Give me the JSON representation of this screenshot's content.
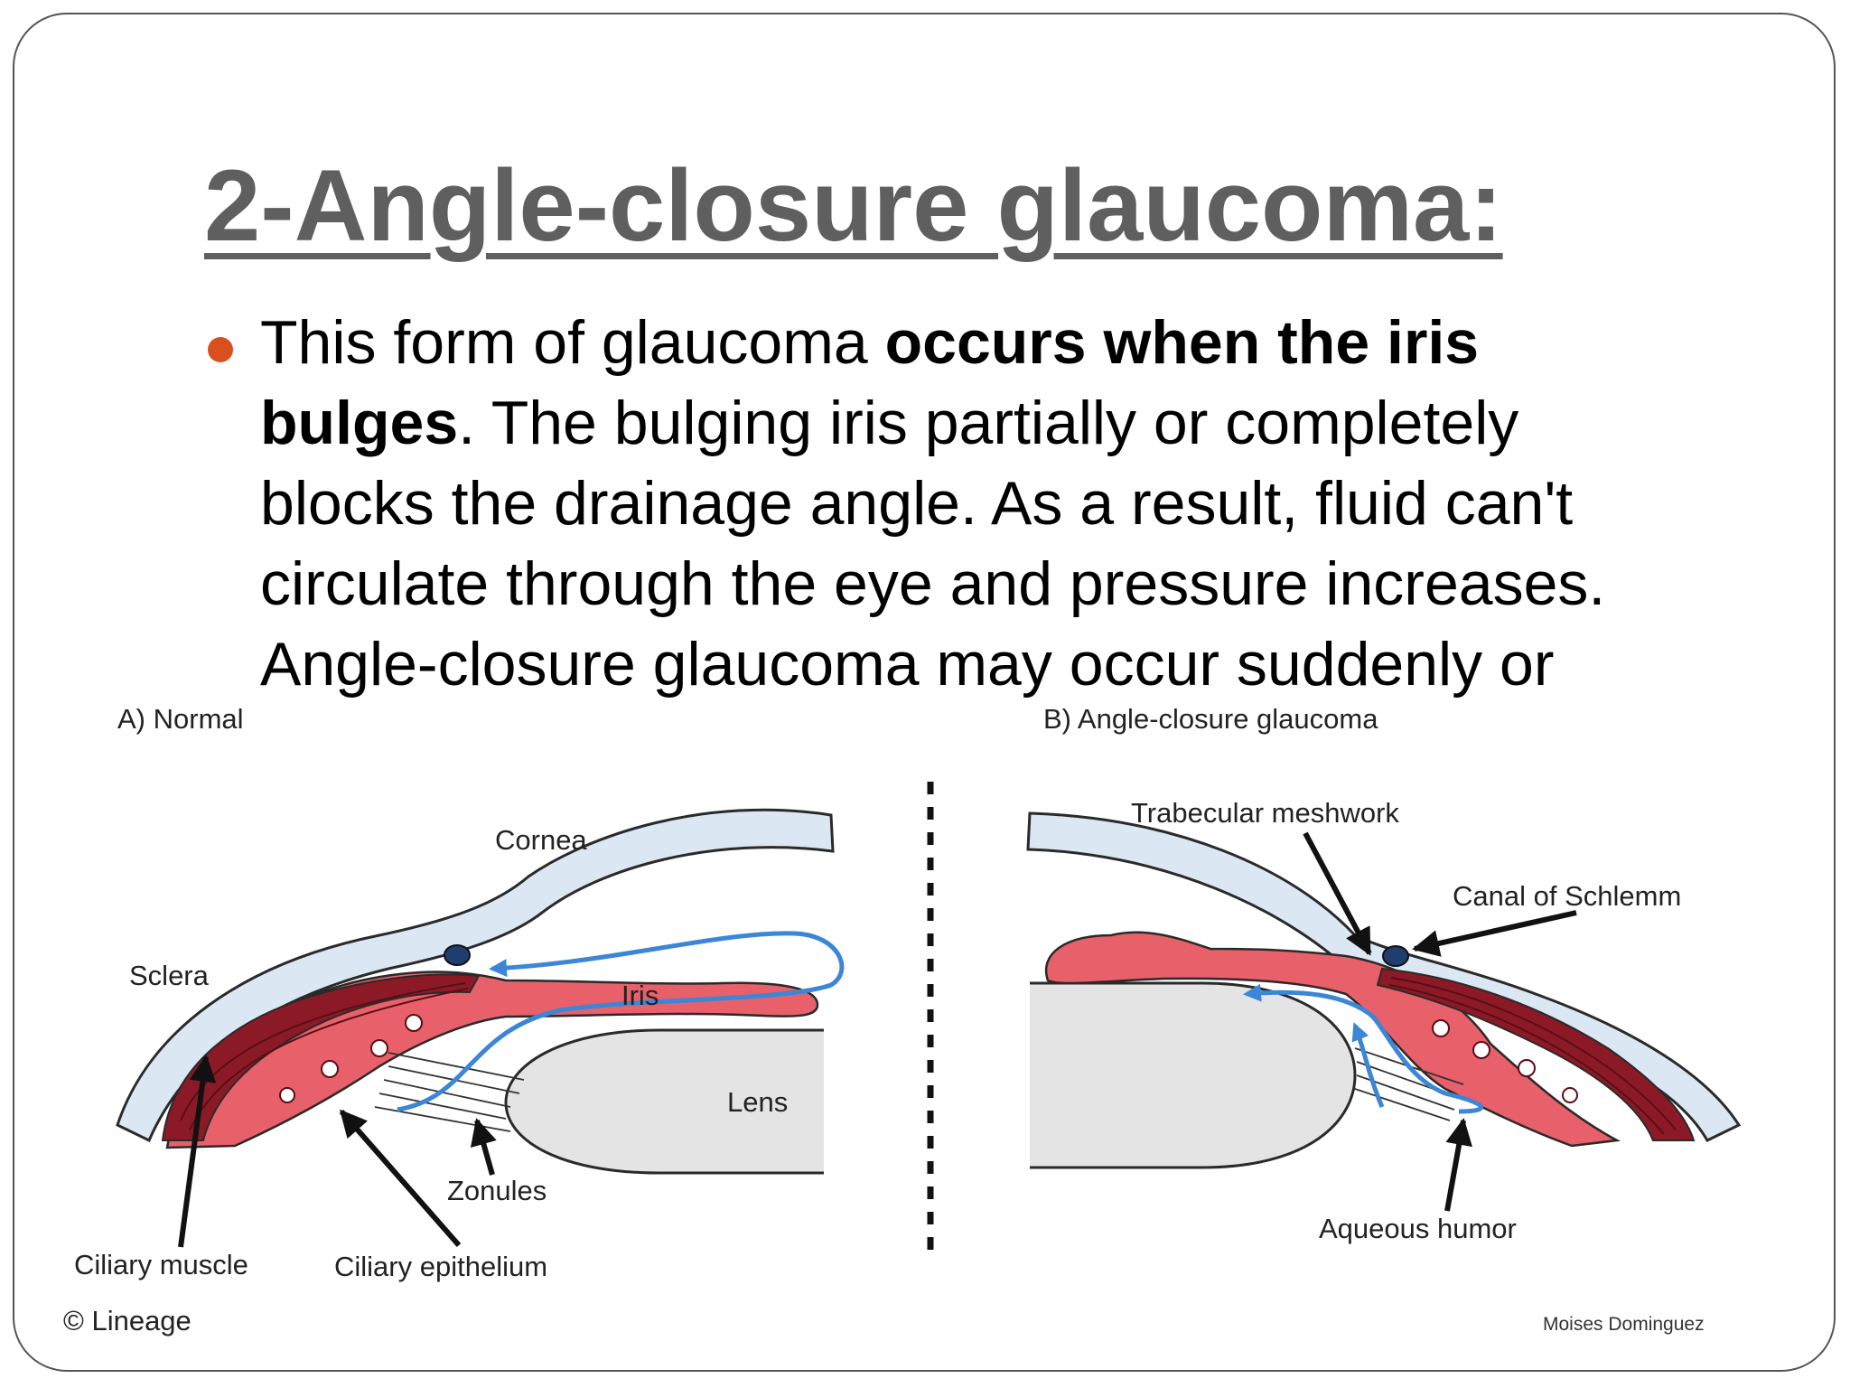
{
  "slide": {
    "title": "2-Angle-closure glaucoma:",
    "bullet": {
      "line1_plain": "This form of glaucoma ",
      "line1_bold": "occurs when the iris",
      "line2_bold": "bulges",
      "line2_plain": ". The bulging iris partially or completely",
      "line3": "blocks the drainage angle. As a result, fluid can't",
      "line4": "circulate through the eye and pressure increases.",
      "line5": "Angle-closure glaucoma may occur suddenly or"
    },
    "accent_color": "#d9501e",
    "title_color": "#5f5f5f"
  },
  "diagram": {
    "panel_a_title": "A) Normal",
    "panel_b_title": "B) Angle-closure glaucoma",
    "labels": {
      "cornea": "Cornea",
      "sclera": "Sclera",
      "iris": "Iris",
      "lens": "Lens",
      "zonules": "Zonules",
      "ciliary_muscle": "Ciliary muscle",
      "ciliary_epithelium": "Ciliary epithelium",
      "trabecular_meshwork": "Trabecular meshwork",
      "canal_of_schlemm": "Canal of Schlemm",
      "aqueous_humor": "Aqueous humor"
    },
    "credit_left": "© Lineage",
    "credit_right": "Moises Dominguez",
    "colors": {
      "cornea_sclera": "#dbe7f3",
      "iris": "#e8606a",
      "ciliary_muscle": "#8b1a26",
      "lens": "#e4e4e4",
      "flow": "#3b86d6",
      "canal": "#1f3d6e"
    }
  }
}
